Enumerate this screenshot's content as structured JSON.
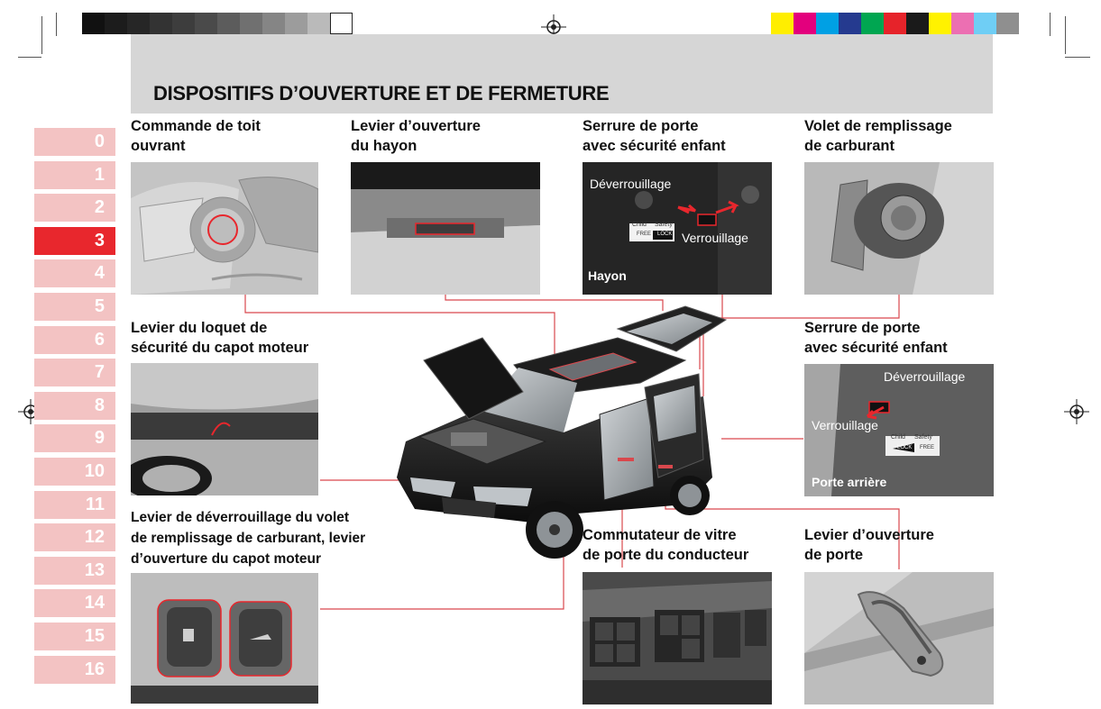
{
  "page": {
    "title": "DISPOSITIFS D’OUVERTURE ET DE FERMETURE"
  },
  "print_marks": {
    "gray_swatches": [
      "#111111",
      "#1c1c1c",
      "#262626",
      "#333333",
      "#3d3d3d",
      "#4a4a4a",
      "#5c5c5c",
      "#707070",
      "#858585",
      "#9c9c9c",
      "#bababa",
      "#ffffff"
    ],
    "color_swatches": [
      "#ffee00",
      "#e3007d",
      "#00a0e4",
      "#253a8f",
      "#00a651",
      "#e6232a",
      "#1a1a1a",
      "#fff200",
      "#ec6fb2",
      "#6fcef5",
      "#8f8f8f"
    ]
  },
  "chapters": {
    "active": "3",
    "items": [
      "0",
      "1",
      "2",
      "3",
      "4",
      "5",
      "6",
      "7",
      "8",
      "9",
      "10",
      "11",
      "12",
      "13",
      "14",
      "15",
      "16"
    ]
  },
  "colors": {
    "accent": "#e8272d",
    "tab_inactive": "#f3c3c3",
    "header_band": "#d6d6d6",
    "callout_line": "#d9484d"
  },
  "callouts": {
    "sunroof": {
      "line1": "Commande de toit",
      "line2": "ouvrant"
    },
    "tailgate": {
      "line1": "Levier d’ouverture",
      "line2": "du hayon"
    },
    "childlock_tailgate": {
      "line1": "Serrure de porte",
      "line2": "avec sécurité enfant",
      "unlock": "Déverrouillage",
      "lock": "Verrouillage",
      "caption": "Hayon",
      "sticker_left": "Child",
      "sticker_right": "Safety",
      "sticker_free": "FREE",
      "sticker_lock": "LOCK"
    },
    "fuel_flap": {
      "line1": "Volet de remplissage",
      "line2": "de carburant"
    },
    "hood_latch": {
      "line1": "Levier du loquet de",
      "line2": "sécurité du capot moteur"
    },
    "childlock_rear": {
      "line1": "Serrure de porte",
      "line2": "avec sécurité enfant",
      "unlock": "Déverrouillage",
      "lock": "Verrouillage",
      "caption": "Porte arrière",
      "sticker_left": "Child",
      "sticker_right": "Safety",
      "sticker_free": "FREE",
      "sticker_lock": "LOCK"
    },
    "fuel_hood_release": {
      "line1": "Levier de déverrouillage du volet",
      "line2": "de remplissage de carburant, levier",
      "line3": "d’ouverture du capot moteur"
    },
    "window_switch": {
      "line1": "Commutateur de vitre",
      "line2": "de porte du conducteur"
    },
    "door_handle": {
      "line1": "Levier d’ouverture",
      "line2": "de porte"
    }
  }
}
